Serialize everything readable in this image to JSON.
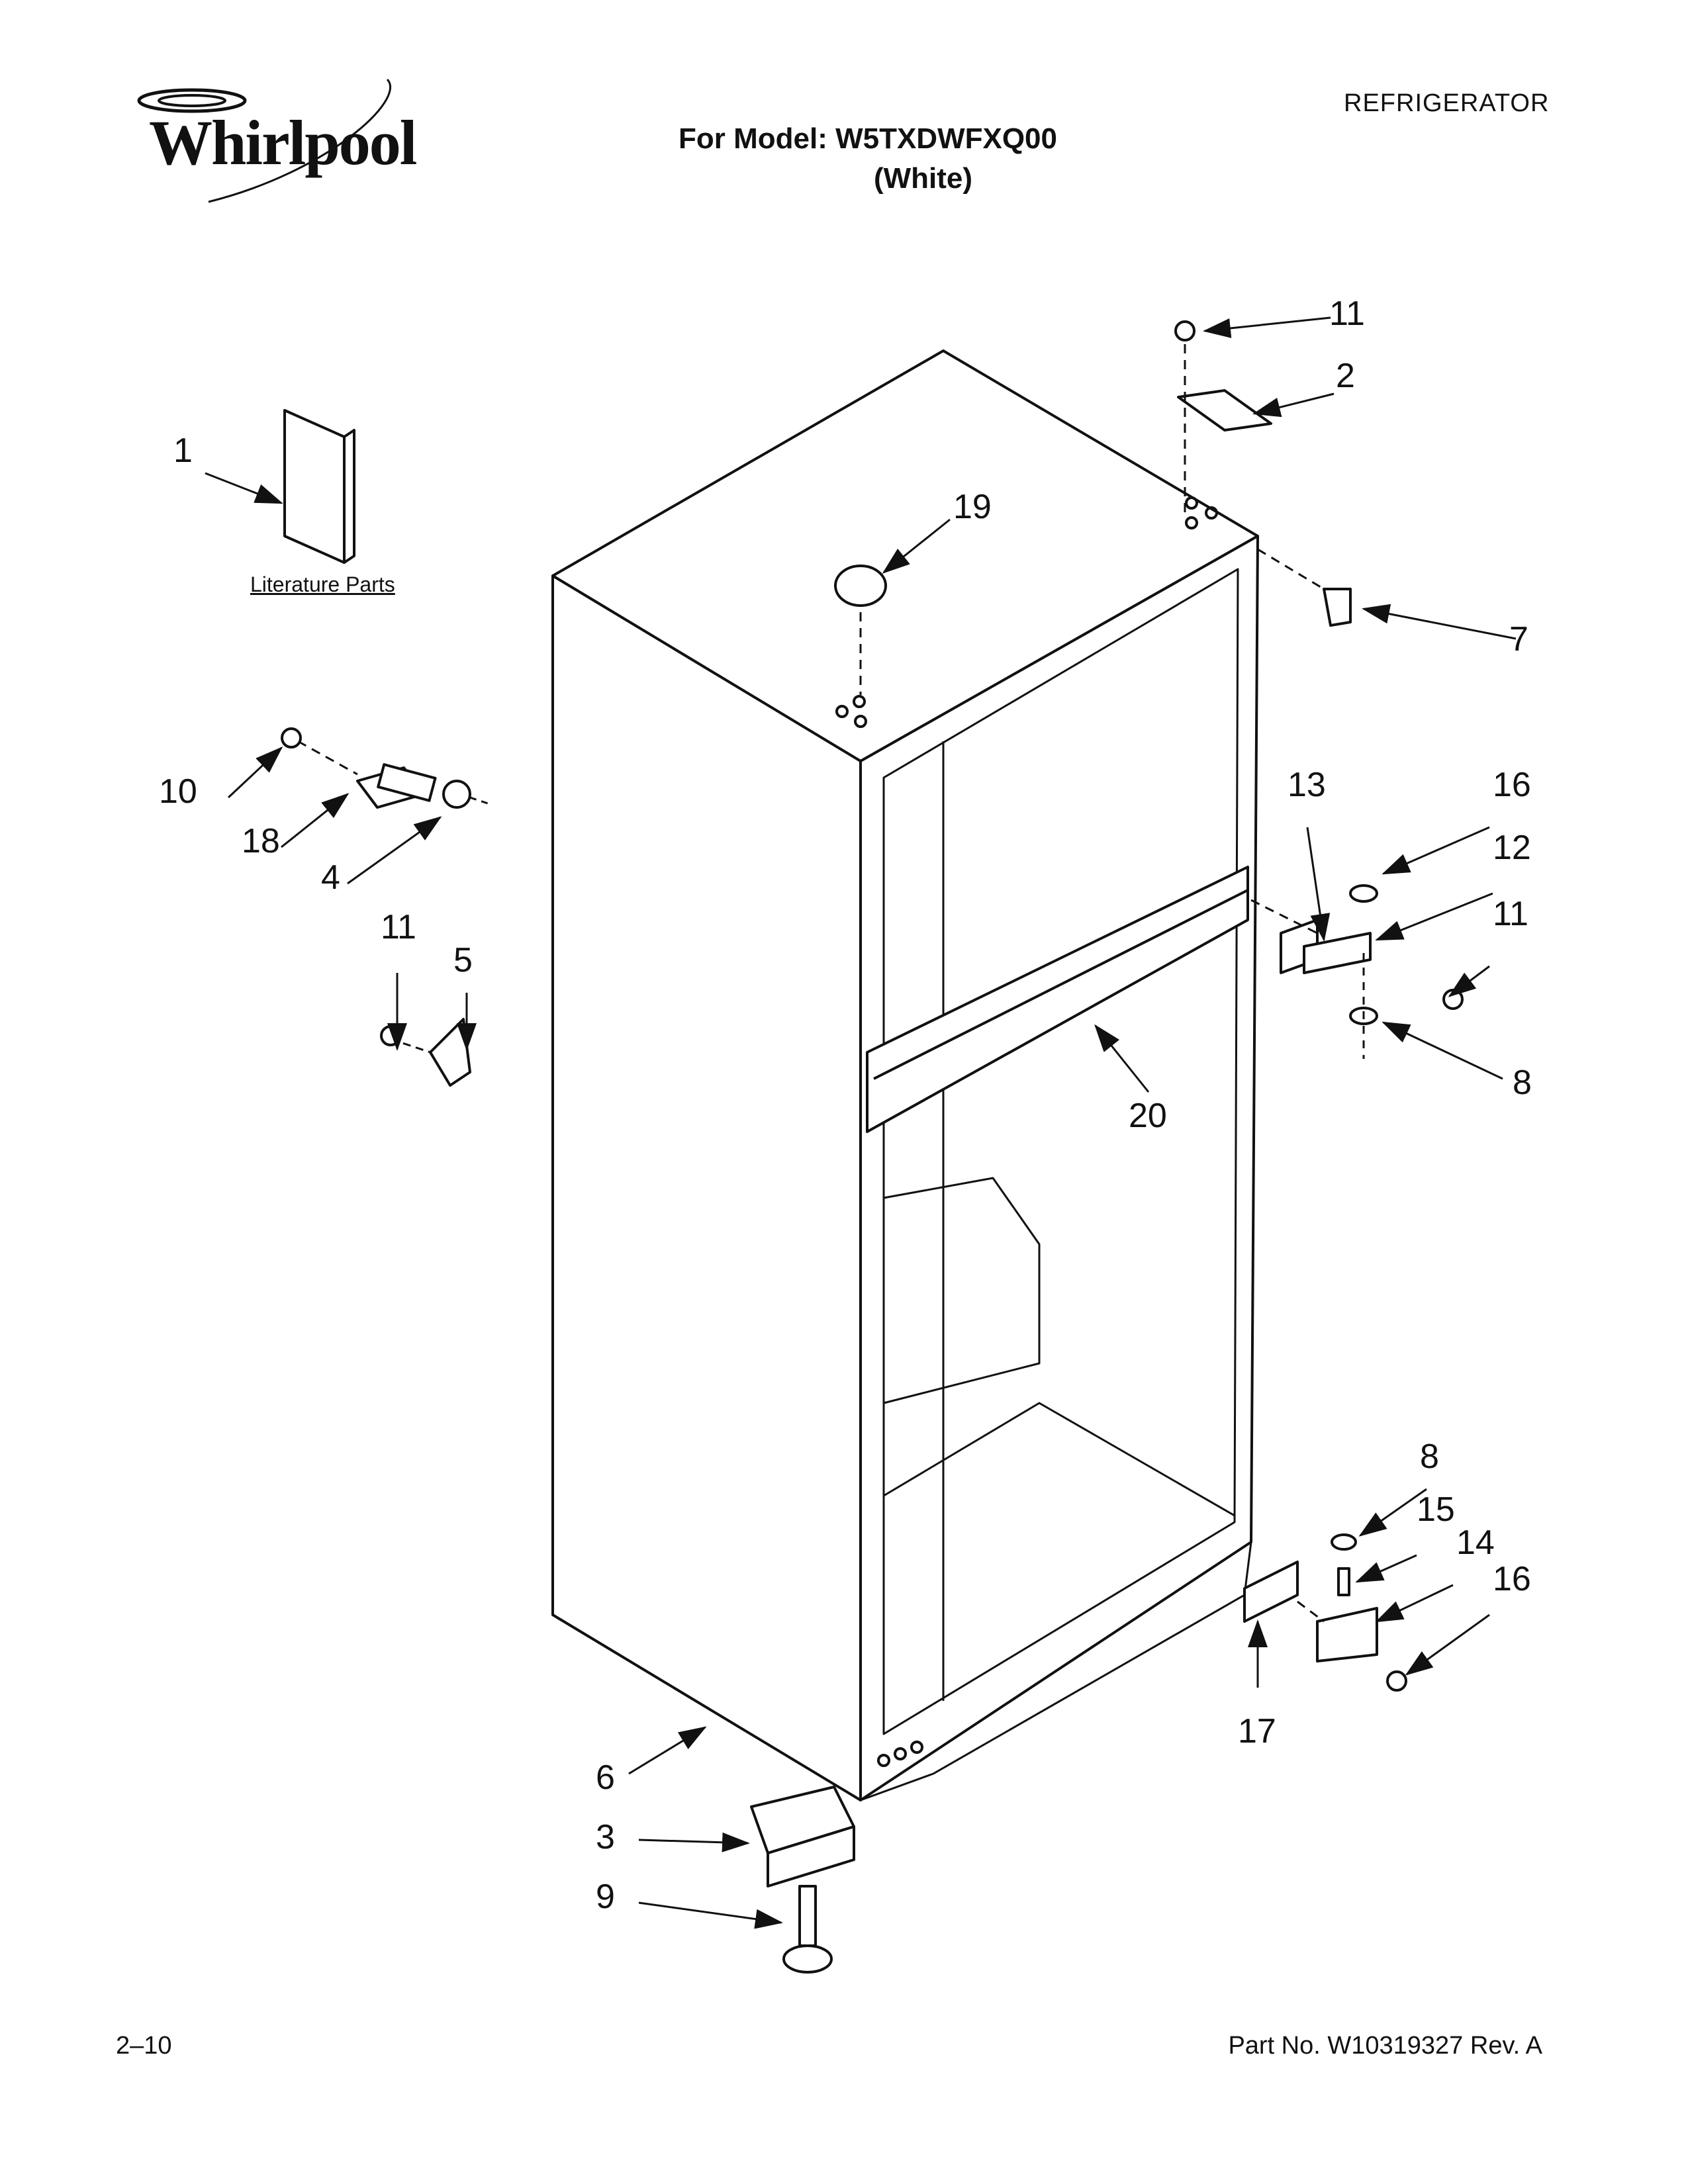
{
  "header": {
    "brand": "Whirlpool",
    "document_type": "REFRIGERATOR",
    "model_line": "For Model: W5TXDWFXQ00",
    "color_line": "(White)"
  },
  "diagram": {
    "literature_label": "Literature Parts",
    "callouts": [
      "1",
      "2",
      "3",
      "4",
      "5",
      "6",
      "7",
      "8",
      "8",
      "9",
      "10",
      "11",
      "11",
      "11",
      "12",
      "13",
      "14",
      "15",
      "16",
      "16",
      "17",
      "18",
      "19",
      "20"
    ]
  },
  "footer": {
    "page": "2–10",
    "part_number": "Part No. W10319327 Rev. A"
  }
}
